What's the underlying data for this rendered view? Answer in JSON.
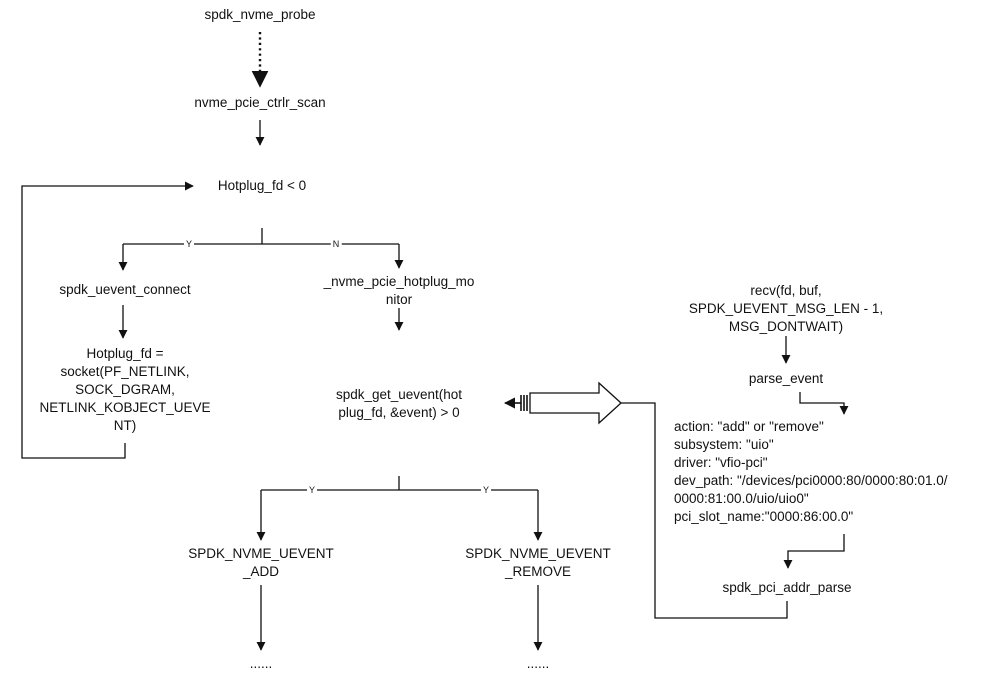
{
  "nodes": {
    "probe": "spdk_nvme_probe",
    "scan": "nvme_pcie_ctrlr_scan",
    "hotplug_check": "Hotplug_fd < 0",
    "uevent_connect": "spdk_uevent_connect",
    "socket_call": "Hotplug_fd =\nsocket(PF_NETLINK,\nSOCK_DGRAM,\nNETLINK_KOBJECT_UEVE\nNT)",
    "hotplug_monitor": "_nvme_pcie_hotplug_mo\nnitor",
    "get_uevent": "spdk_get_uevent(hot\nplug_fd, &event) > 0",
    "uevent_add": "SPDK_NVME_UEVENT\n_ADD",
    "uevent_remove": "SPDK_NVME_UEVENT\n_REMOVE",
    "ellipsis_add": "......",
    "ellipsis_remove": "......",
    "recv_call": "recv(fd, buf,\nSPDK_UEVENT_MSG_LEN - 1,\nMSG_DONTWAIT)",
    "parse_event": "parse_event",
    "event_fields": "action: \"add\" or \"remove\"\nsubsystem: \"uio\"\ndriver: \"vfio-pci\"\ndev_path: \"/devices/pci0000:80/0000:80:01.0/\n0000:81:00.0/uio/uio0\"\npci_slot_name:\"0000:86:00.0\"",
    "pci_addr_parse": "spdk_pci_addr_parse"
  },
  "edge_labels": {
    "yes_connect": "Y",
    "no_monitor": "N",
    "yes_add": "Y",
    "yes_remove": "Y"
  },
  "colors": {
    "line": "#111111",
    "text": "#111111",
    "background": "#ffffff"
  }
}
